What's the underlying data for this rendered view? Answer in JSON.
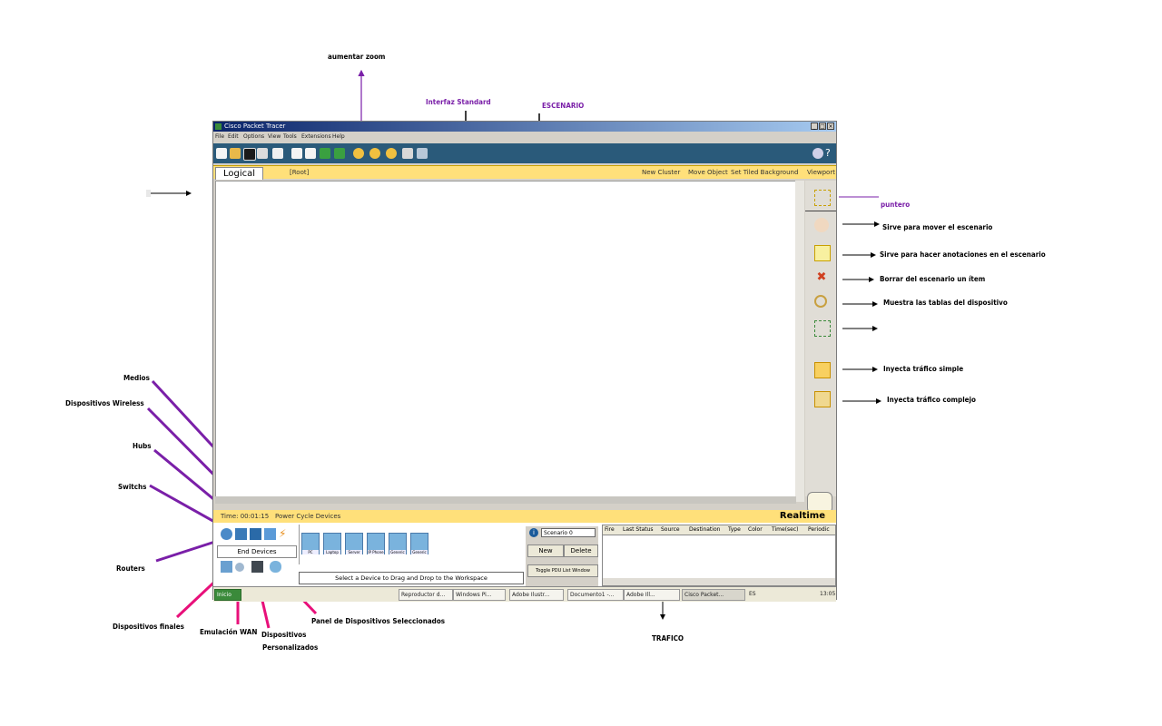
{
  "annotations": {
    "aumentar_zoom": "aumentar zoom",
    "interfaz_standard": "Interfaz Standard",
    "escenario": "ESCENARIO",
    "puntero": "puntero",
    "mover": "Sirve para mover el escenario",
    "anotaciones": "Sirve para hacer anotaciones en el escenario",
    "borrar": "Borrar del escenario un ítem",
    "tablas": "Muestra las tablas del dispositivo",
    "trafico_simple": "Inyecta tráfico simple",
    "trafico_complejo": "Inyecta tráfico complejo",
    "medios": "Medios",
    "wireless": "Dispositivos Wireless",
    "hubs": "Hubs",
    "switchs": "Switchs",
    "routers": "Routers",
    "finales": "Dispositivos finales",
    "wan": "Emulación WAN",
    "personalizados_1": "Dispositivos",
    "personalizados_2": "Personalizados",
    "panel_seleccionados": "Panel de Dispositivos Seleccionados",
    "trafico": "TRAFICO"
  },
  "window": {
    "title": "Cisco Packet Tracer",
    "menu": [
      "File",
      "Edit",
      "Options",
      "View",
      "Tools",
      "Extensions",
      "Help"
    ]
  },
  "workspace_bar": {
    "tab": "Logical",
    "root": "[Root]",
    "new_cluster": "New Cluster",
    "move_object": "Move Object",
    "set_tiled_background": "Set Tiled Background",
    "viewport": "Viewport"
  },
  "realtime_bar": {
    "time": "Time: 00:01:15",
    "power_cycle": "Power Cycle Devices",
    "mode": "Realtime"
  },
  "device_panel": {
    "category": "End Devices",
    "selected_devices": [
      "PC",
      "Laptop",
      "Server",
      "IP Phone",
      "Generic",
      "Generic"
    ],
    "hint": "Select a Device to Drag and Drop to the Workspace"
  },
  "scenario": {
    "select": "Scenario 0",
    "new_button": "New",
    "delete_button": "Delete",
    "toggle_button": "Toggle PDU List Window"
  },
  "pdu_table": {
    "columns": [
      "Fire",
      "Last Status",
      "Source",
      "Destination",
      "Type",
      "Color",
      "Time(sec)",
      "Periodic"
    ]
  },
  "taskbar": {
    "start": "Inicio",
    "tasks": [
      "Reproductor d...",
      "Windows Pi...",
      "Adobe Ilustr...",
      "Documento1 -...",
      "Adobe Ill...",
      "Cisco Packet..."
    ],
    "lang": "ES",
    "clock": "13:05"
  }
}
